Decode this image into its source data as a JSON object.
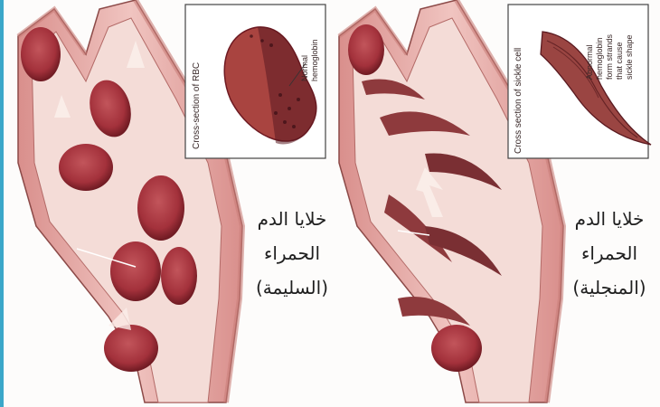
{
  "normal_panel": {
    "inset_caption": "Cross-section of RBC",
    "inset_label": [
      "Normal",
      "hemoglobin"
    ],
    "arabic_caption": [
      "خلايا الدم",
      "الحمراء",
      "(السليمة)"
    ]
  },
  "sickle_panel": {
    "inset_caption": "Cross section of sickle cell",
    "inset_label": [
      "Abnormal",
      "hemoglobin",
      "form strands",
      "that cause",
      "sickle shape"
    ],
    "arabic_caption": [
      "خلايا الدم",
      "الحمراء",
      "(المنجلية)"
    ]
  },
  "colors": {
    "vessel_wall": "#e8b1ad",
    "vessel_lumen": "#f4dcd7",
    "rbc": "#a8323c",
    "rbc_dark": "#7a1f28",
    "sickle": "#8e3a3d",
    "accent_bar": "#3ba7c9"
  }
}
